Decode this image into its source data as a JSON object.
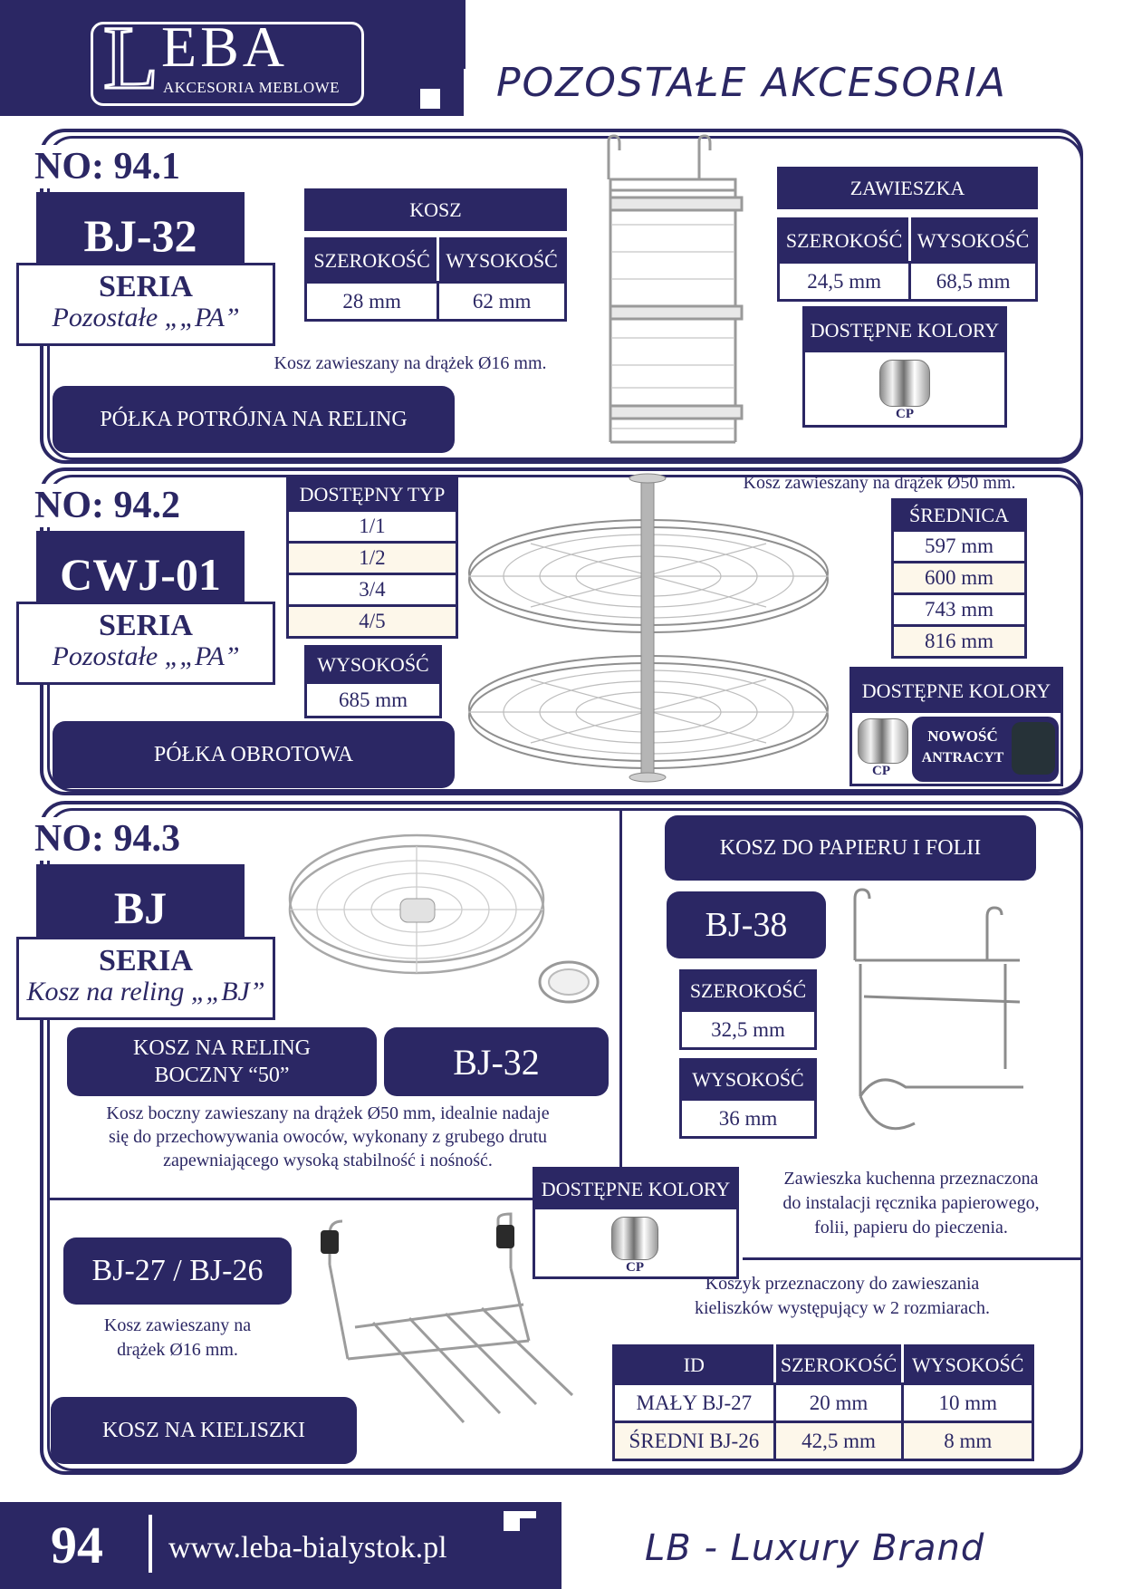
{
  "header": {
    "logo_letter": "L",
    "logo_rest": "EBA",
    "logo_sub": "AKCESORIA MEBLOWE",
    "title": "POZOSTAŁE AKCESORIA"
  },
  "item1": {
    "no": "NO: 94.1",
    "code": "BJ-32",
    "seria": "SERIA",
    "seria_sub": "Pozostałe „„PA”",
    "name": "PÓŁKA POTRÓJNA NA RELING",
    "kosz": {
      "title": "KOSZ",
      "headers": [
        "SZEROKOŚĆ",
        "WYSOKOŚĆ"
      ],
      "values": [
        "28 mm",
        "62 mm"
      ]
    },
    "zawieszka": {
      "title": "ZAWIESZKA",
      "headers": [
        "SZEROKOŚĆ",
        "WYSOKOŚĆ"
      ],
      "values": [
        "24,5 mm",
        "68,5 mm"
      ]
    },
    "note": "Kosz zawieszany na drążek Ø16 mm.",
    "colors_title": "DOSTĘPNE KOLORY",
    "color_label": "CP"
  },
  "item2": {
    "no": "NO: 94.2",
    "code": "CWJ-01",
    "seria": "SERIA",
    "seria_sub": "Pozostałe „„PA”",
    "name": "PÓŁKA OBROTOWA",
    "type_title": "DOSTĘPNY TYP",
    "types": [
      "1/1",
      "1/2",
      "3/4",
      "4/5"
    ],
    "height_title": "WYSOKOŚĆ",
    "height_value": "685 mm",
    "note": "Kosz zawieszany na drążek Ø50 mm.",
    "diam_title": "ŚREDNICA",
    "diameters": [
      "597 mm",
      "600 mm",
      "743 mm",
      "816 mm"
    ],
    "colors_title": "DOSTĘPNE KOLORY",
    "color_label": "CP",
    "new_label_1": "NOWOŚĆ",
    "new_label_2": "ANTRACYT"
  },
  "item3": {
    "no": "NO: 94.3",
    "code": "BJ",
    "seria": "SERIA",
    "seria_sub": "Kosz na reling „„BJ”",
    "pill_left": "KOSZ NA RELING BOCZNY “50”",
    "pill_left_1": "KOSZ NA RELING",
    "pill_left_2": "BOCZNY “50”",
    "pill_right": "BJ-32",
    "desc_1": "Kosz boczny zawieszany na drążek Ø50 mm, idealnie nadaje",
    "desc_2": "się do przechowywania owoców, wykonany z grubego drutu",
    "desc_3": "zapewniającego wysoką stabilność i nośność.",
    "paper_title": "KOSZ DO PAPIERU I FOLII",
    "paper_code": "BJ-38",
    "width_title": "SZEROKOŚĆ",
    "width_value": "32,5 mm",
    "height_title": "WYSOKOŚĆ",
    "height_value": "36 mm",
    "colors_title": "DOSTĘPNE KOLORY",
    "color_label": "CP",
    "paper_note_1": "Zawieszka kuchenna przeznaczona",
    "paper_note_2": "do instalacji ręcznika papierowego,",
    "paper_note_3": "folii, papieru do pieczenia.",
    "glass_code": "BJ-27 / BJ-26",
    "glass_note_1": "Kosz zawieszany na",
    "glass_note_2": "drążek Ø16 mm.",
    "glass_name": "KOSZ NA KIELISZKI",
    "glass_desc_1": "Koszyk przeznaczony do zawieszania",
    "glass_desc_2": "kieliszków występujący w 2 rozmiarach.",
    "glass_table": {
      "headers": [
        "ID",
        "SZEROKOŚĆ",
        "WYSOKOŚĆ"
      ],
      "rows": [
        [
          "MAŁY BJ-27",
          "20 mm",
          "10 mm"
        ],
        [
          "ŚREDNI BJ-26",
          "42,5 mm",
          "8 mm"
        ]
      ]
    }
  },
  "footer": {
    "page": "94",
    "url": "www.leba-bialystok.pl",
    "brand": "LB - Luxury Brand"
  },
  "colors": {
    "navy": "#2b2764",
    "cream": "#fdf7ea",
    "antracyt": "#263238"
  },
  "icons": [
    "chrome-swatch",
    "antracyt-swatch"
  ]
}
